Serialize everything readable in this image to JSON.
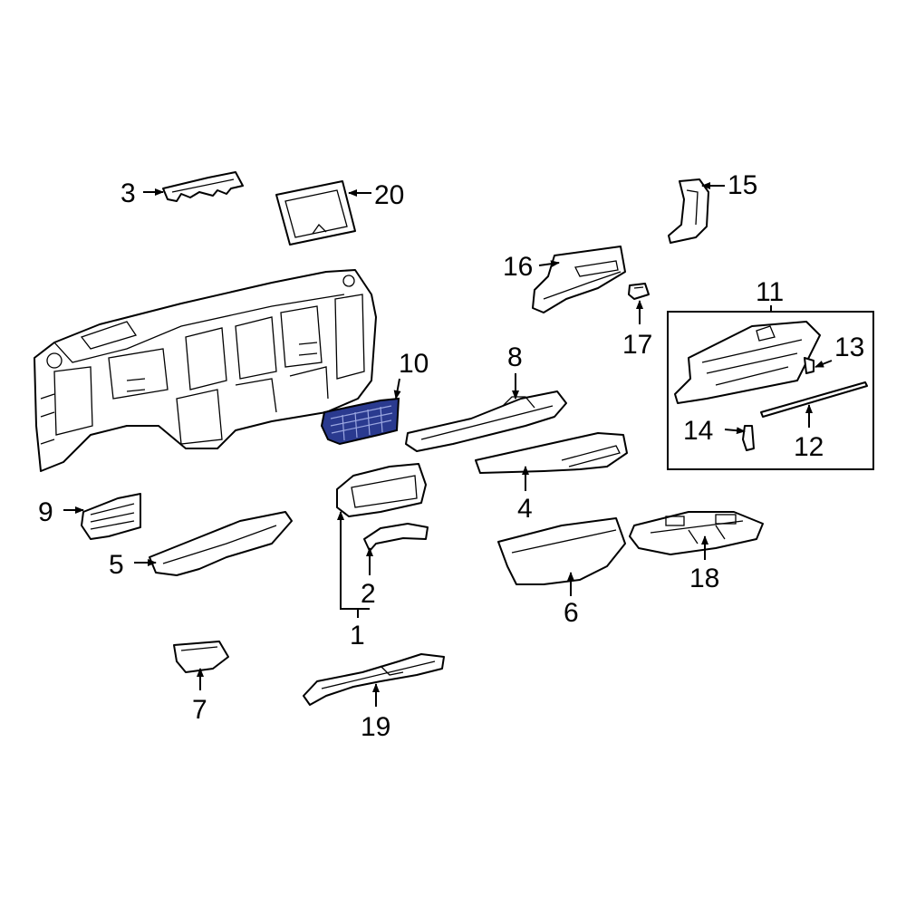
{
  "diagram": {
    "highlight_color": "#2a3a8f",
    "line_color": "#000000",
    "background": "#ffffff",
    "highlighted_part": "10",
    "callouts": [
      {
        "id": "c1",
        "label": "1"
      },
      {
        "id": "c2",
        "label": "2"
      },
      {
        "id": "c3",
        "label": "3"
      },
      {
        "id": "c4",
        "label": "4"
      },
      {
        "id": "c5",
        "label": "5"
      },
      {
        "id": "c6",
        "label": "6"
      },
      {
        "id": "c7",
        "label": "7"
      },
      {
        "id": "c8",
        "label": "8"
      },
      {
        "id": "c9",
        "label": "9"
      },
      {
        "id": "c10",
        "label": "10"
      },
      {
        "id": "c11",
        "label": "11"
      },
      {
        "id": "c12",
        "label": "12"
      },
      {
        "id": "c13",
        "label": "13"
      },
      {
        "id": "c14",
        "label": "14"
      },
      {
        "id": "c15",
        "label": "15"
      },
      {
        "id": "c16",
        "label": "16"
      },
      {
        "id": "c17",
        "label": "17"
      },
      {
        "id": "c18",
        "label": "18"
      },
      {
        "id": "c19",
        "label": "19"
      },
      {
        "id": "c20",
        "label": "20"
      }
    ]
  }
}
